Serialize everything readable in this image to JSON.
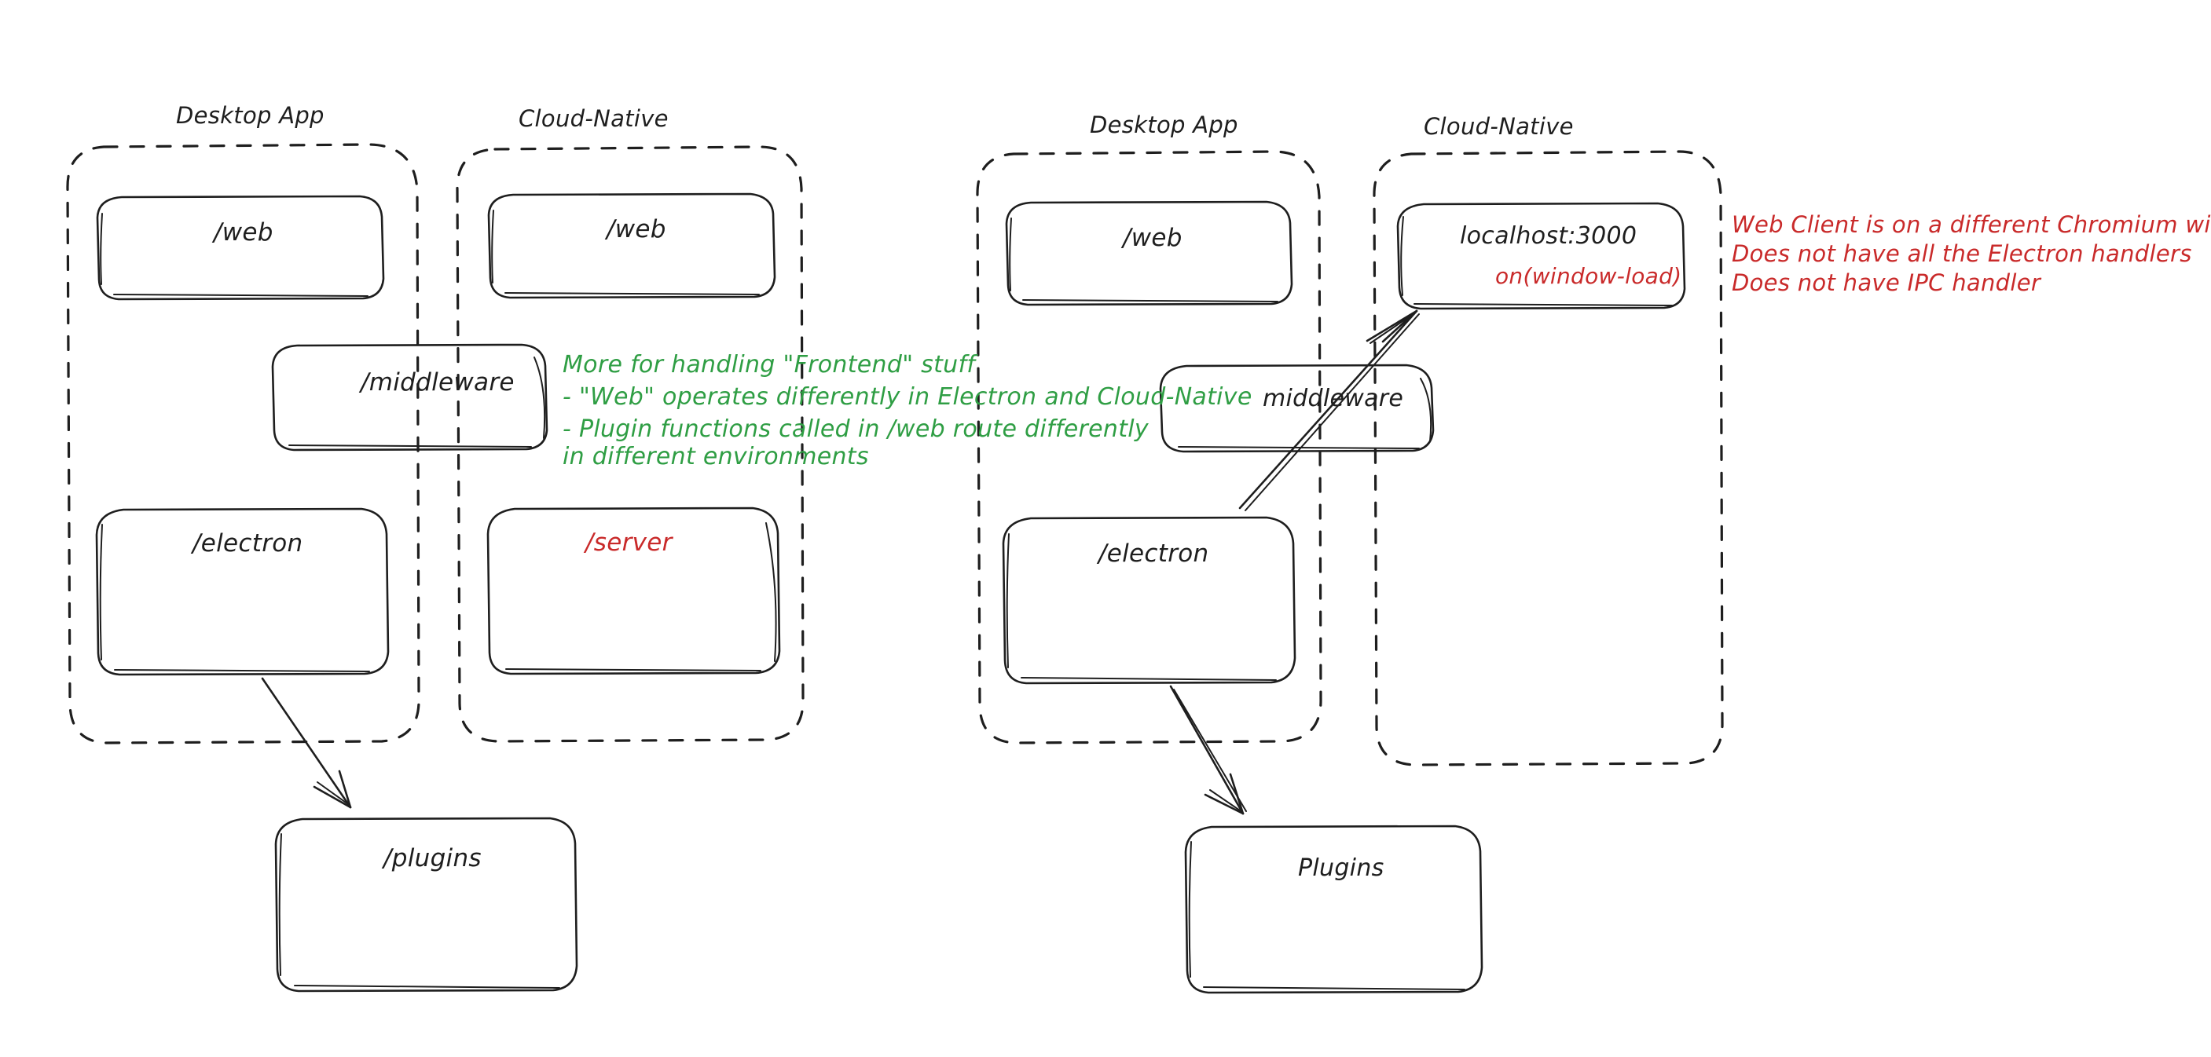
{
  "diagram": {
    "title_bar": null,
    "background": "#ffffff",
    "colors": {
      "stroke": "#1e1e1e",
      "green": "#2f9e44",
      "red": "#c92a2a"
    },
    "left_panel": {
      "groups": [
        {
          "name": "desktop-app",
          "title": "Desktop App",
          "boxes": [
            {
              "name": "web",
              "label": "/web",
              "color": "#1e1e1e"
            },
            {
              "name": "electron",
              "label": "/electron",
              "color": "#1e1e1e"
            }
          ]
        },
        {
          "name": "cloud-native",
          "title": "Cloud-Native",
          "boxes": [
            {
              "name": "web",
              "label": "/web",
              "color": "#1e1e1e"
            },
            {
              "name": "server",
              "label": "/server",
              "color": "#c92a2a"
            }
          ]
        }
      ],
      "straddling_box": {
        "name": "middleware",
        "label": "/middleware",
        "color": "#1e1e1e"
      },
      "bottom_box": {
        "name": "plugins",
        "label": "/plugins",
        "color": "#1e1e1e"
      },
      "note": {
        "color": "#2f9e44",
        "lines": [
          "More for handling \"Frontend\" stuff",
          "- \"Web\" operates differently in Electron and Cloud-Native",
          "- Plugin functions called in /web route differently",
          "in different environments"
        ]
      },
      "arrows": [
        {
          "name": "electron-to-plugins",
          "from": "electron",
          "to": "plugins"
        }
      ]
    },
    "right_panel": {
      "groups": [
        {
          "name": "desktop-app",
          "title": "Desktop App",
          "boxes": [
            {
              "name": "web",
              "label": "/web",
              "color": "#1e1e1e"
            },
            {
              "name": "electron",
              "label": "/electron",
              "color": "#1e1e1e"
            }
          ]
        },
        {
          "name": "cloud-native",
          "title": "Cloud-Native",
          "boxes": [
            {
              "name": "localhost",
              "label": "localhost:3000",
              "sublabel": "on(window-load)",
              "color": "#1e1e1e",
              "sublabel_color": "#c92a2a"
            }
          ]
        }
      ],
      "straddling_box": {
        "name": "middleware",
        "label": "middleware",
        "color": "#1e1e1e"
      },
      "bottom_box": {
        "name": "plugins",
        "label": "Plugins",
        "color": "#1e1e1e"
      },
      "note": {
        "color": "#c92a2a",
        "lines": [
          "Web Client is on a different Chromium window",
          "Does not have all the Electron handlers",
          "Does not have IPC handler"
        ]
      },
      "arrows": [
        {
          "name": "electron-to-localhost",
          "from": "electron",
          "to": "localhost:3000"
        },
        {
          "name": "electron-to-plugins",
          "from": "electron",
          "to": "Plugins"
        }
      ]
    }
  }
}
